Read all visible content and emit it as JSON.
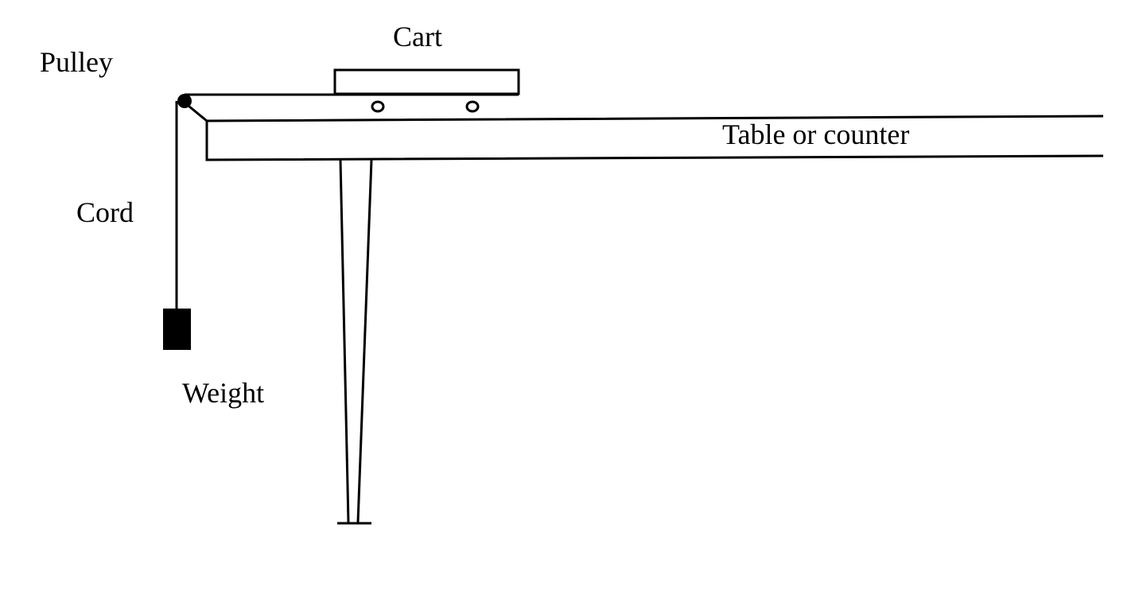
{
  "labels": {
    "pulley": "Pulley",
    "cart": "Cart",
    "table": "Table or counter",
    "cord": "Cord",
    "weight": "Weight"
  },
  "colors": {
    "ink": "#000000",
    "background": "#ffffff"
  }
}
